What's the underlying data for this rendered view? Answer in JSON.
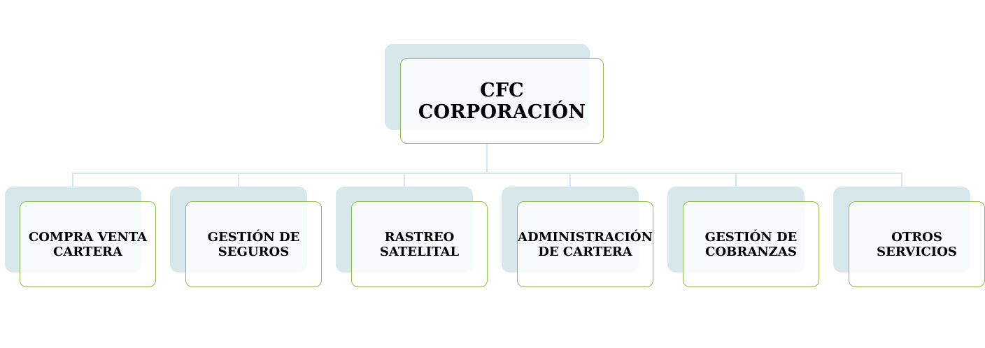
{
  "org_chart": {
    "root": {
      "label": "CFC CORPORACIÓN"
    },
    "children": [
      {
        "label": "COMPRA VENTA\nCARTERA"
      },
      {
        "label": "GESTIÓN DE\nSEGUROS"
      },
      {
        "label": "RASTREO\nSATELITAL"
      },
      {
        "label": "ADMINISTRACIÓN\nDE CARTERA"
      },
      {
        "label": "GESTIÓN DE\nCOBRANZAS"
      },
      {
        "label": "OTROS SERVICIOS"
      }
    ],
    "colors": {
      "shadow_fill": "#d6e8ec",
      "connector": "#d5e7ec",
      "border": "#8fbc4f",
      "text": "#000000"
    }
  }
}
